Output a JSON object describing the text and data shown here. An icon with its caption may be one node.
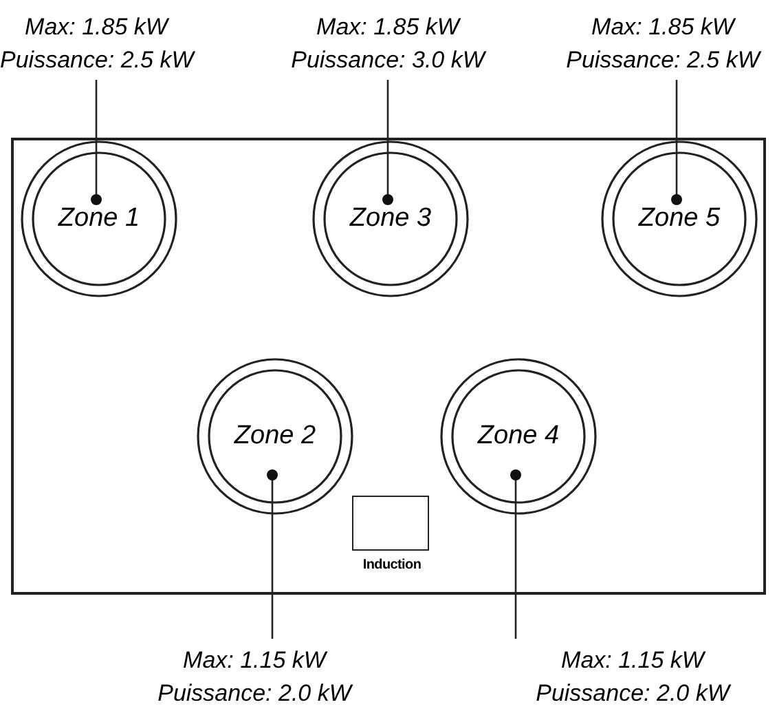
{
  "diagram": {
    "nodes": [
      {
        "text": [
          "Max: 1.85 kW",
          "Puissance: 2.5 kW"
        ]
      },
      {
        "text": [
          "Max: 1.85 kW",
          "Puissance: 3.0 kW"
        ]
      },
      {
        "text": [
          "Max: 1.85 kW",
          "Puissance: 2.5 kW"
        ]
      },
      {
        "text": [],
        "shape": "box"
      },
      {
        "text": [
          "Zone 1"
        ],
        "in": 3
      },
      {
        "text": [
          "Zone 3"
        ],
        "in": 3
      },
      {
        "text": [
          "Zone 5"
        ],
        "in": 3
      },
      {
        "text": [
          "Zone 2"
        ],
        "in": 3
      },
      {
        "text": [
          "Zone 4"
        ],
        "in": 3
      },
      {
        "text": [
          "Induction"
        ],
        "in": 3
      },
      {
        "text": [
          "Max: 1.15 kW",
          "Puissance: 2.0 kW"
        ]
      },
      {
        "text": [
          "Max: 1.15 kW",
          "Puissance: 2.0 kW"
        ]
      }
    ],
    "edges": [
      {
        "from": 0,
        "to": 4,
        "arrow": "other"
      },
      {
        "from": 1,
        "to": 5,
        "arrow": "other"
      },
      {
        "from": 2,
        "to": 6,
        "arrow": "other"
      },
      {
        "from": 10,
        "to": 7,
        "arrow": "other"
      },
      {
        "from": 11,
        "to": 8,
        "arrow": "other"
      }
    ]
  }
}
